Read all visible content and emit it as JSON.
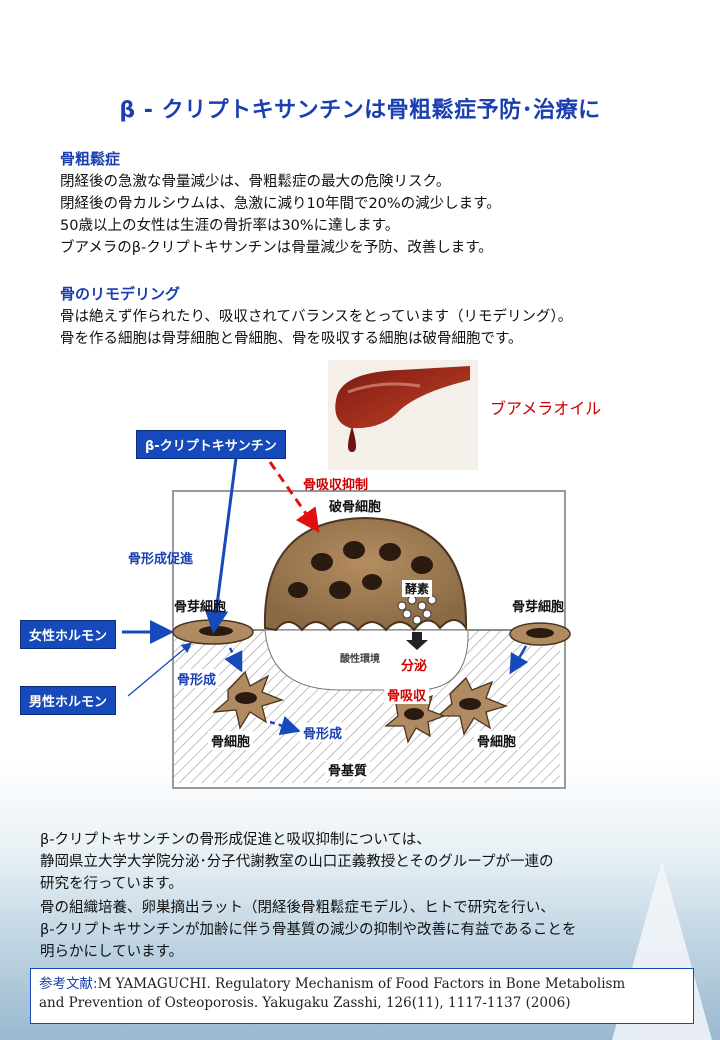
{
  "title": "β - クリプトキサンチンは骨粗鬆症予防･治療に",
  "section1": {
    "heading": "骨粗鬆症",
    "lines": [
      "閉経後の急激な骨量減少は、骨粗鬆症の最大の危険リスク。",
      "閉経後の骨カルシウムは、急激に減り10年間で20%の減少します。",
      "50歳以上の女性は生涯の骨折率は30%に達します。",
      "ブアメラのβ-クリプトキサンチンは骨量減少を予防、改善します。"
    ]
  },
  "section2": {
    "heading": "骨のリモデリング",
    "lines": [
      "骨は絶えず作られたり、吸収されてバランスをとっています（リモデリング）。",
      "骨を作る細胞は骨芽細胞と骨細胞、骨を吸収する細胞は破骨細胞です。"
    ]
  },
  "diagram": {
    "oil_label": "ブアメラオイル",
    "beta_box": "β-クリプトキサンチン",
    "suppression": "骨吸収抑制",
    "osteoclast": "破骨細胞",
    "promotion": "骨形成促進",
    "osteoblast_left": "骨芽細胞",
    "osteoblast_right": "骨芽細胞",
    "enzyme": "酵素",
    "acid_env": "酸性環境",
    "secretion": "分泌",
    "resorption": "骨吸収",
    "female_hormone": "女性ホルモン",
    "male_hormone": "男性ホルモン",
    "formation1": "骨形成",
    "formation2": "骨形成",
    "osteocyte_left": "骨細胞",
    "osteocyte_right": "骨細胞",
    "matrix": "骨基質"
  },
  "bottom": {
    "lines": [
      "β-クリプトキサンチンの骨形成促進と吸収抑制については、",
      "静岡県立大学大学院分泌･分子代謝教室の山口正義教授とそのグループが一連の",
      "研究を行っています。",
      "骨の組織培養、卵巣摘出ラット（閉経後骨粗鬆症モデル）、ヒトで研究を行い、",
      "β-クリプトキサンチンが加齢に伴う骨基質の減少の抑制や改善に有益であることを",
      "明らかにしています。"
    ]
  },
  "reference": {
    "head": "参考文献:",
    "line1": "M YAMAGUCHI. Regulatory Mechanism of Food Factors in Bone Metabolism",
    "line2": "and Prevention of Osteoporosis. Yakugaku Zasshi, 126(11), 1117-1137 (2006)"
  },
  "colors": {
    "accent_blue": "#1a3fb0",
    "alert_red": "#d00000",
    "box_blue": "#1649b9"
  }
}
